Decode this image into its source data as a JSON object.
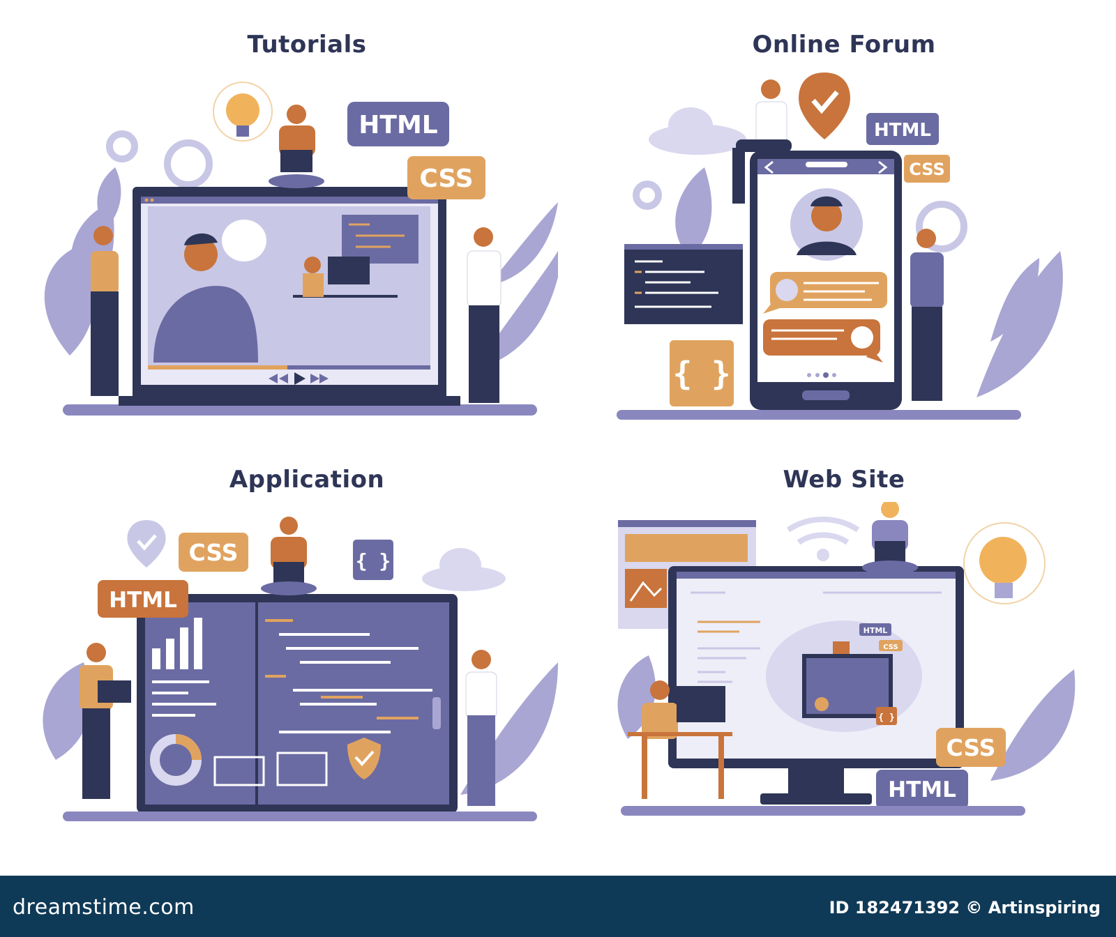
{
  "panels": {
    "tutorials": {
      "title": "Tutorials",
      "html_tag": "HTML",
      "css_tag": "CSS"
    },
    "online_forum": {
      "title": "Online Forum",
      "html_tag": "HTML",
      "css_tag": "CSS",
      "braces": "{ }"
    },
    "application": {
      "title": "Application",
      "html_tag": "HTML",
      "css_tag": "CSS",
      "braces": "{ }"
    },
    "web_site": {
      "title": "Web Site",
      "html_tag": "HTML",
      "css_tag": "CSS",
      "mini_html_tag": "HTML",
      "mini_css_tag": "CSS",
      "mini_braces": "{ }"
    }
  },
  "footer": {
    "logo": "dreamstime.com",
    "id_text": "ID 182471392 © Artinspiring"
  },
  "colors": {
    "navy": "#2e3556",
    "purple": "#6b6ba3",
    "lavender": "#a9a6d3",
    "pale_lavender": "#d9d8ef",
    "orange": "#e0a35f",
    "dark_orange": "#c8743c",
    "footer_bg": "#0f3a57"
  }
}
